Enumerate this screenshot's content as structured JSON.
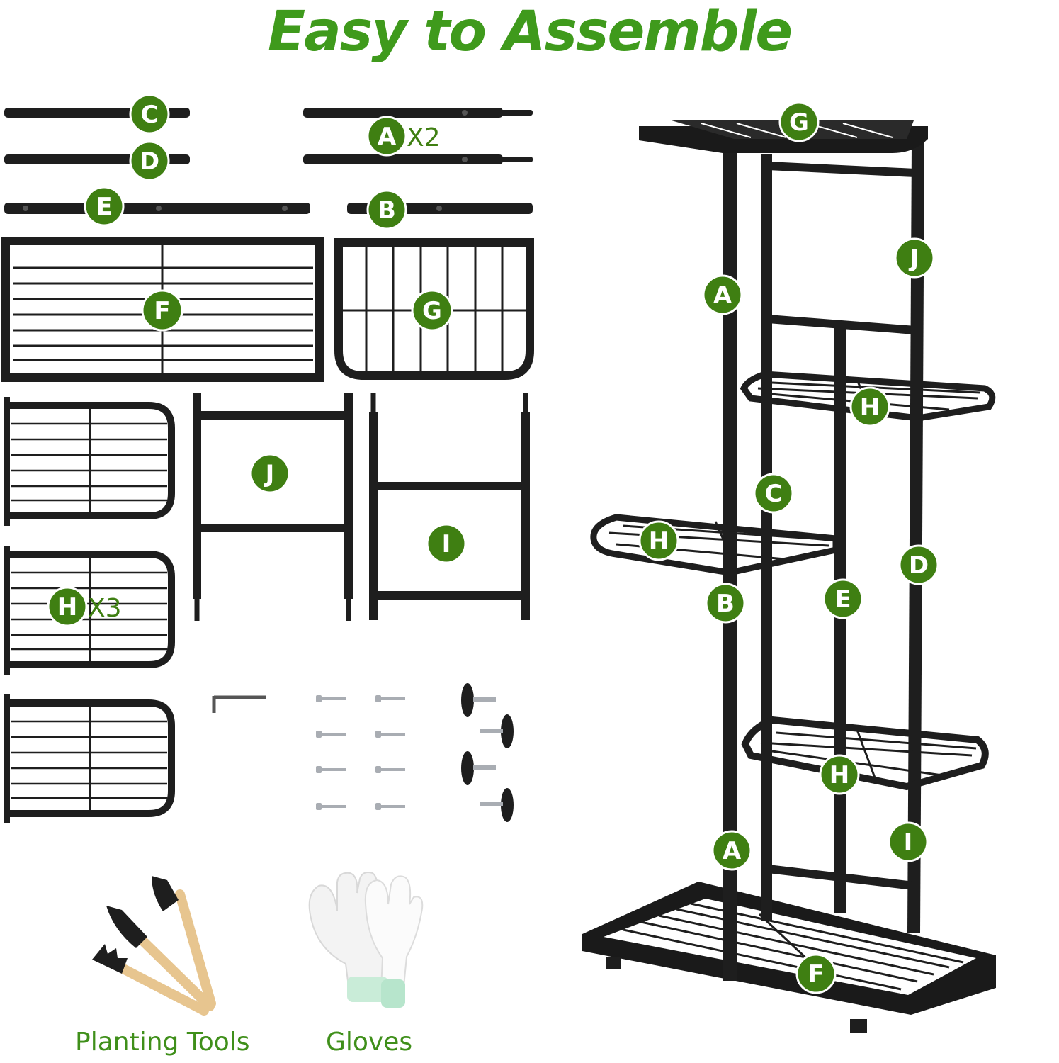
{
  "headline": "Easy to Assemble",
  "colors": {
    "badge_fill": "#3f7f12",
    "badge_ring": "#ffffff",
    "badge_text": "#ffffff",
    "headline": "#3f9a1c",
    "caption": "#3f8f1a",
    "metal": "#1e1e1e"
  },
  "parts": {
    "C": "C",
    "D": "D",
    "E": "E",
    "A": "A",
    "A_qty": "X2",
    "B": "B",
    "F": "F",
    "G": "G",
    "H": "H",
    "H_qty": "X3",
    "J": "J",
    "I": "I"
  },
  "stand_labels": {
    "G": "G",
    "J": "J",
    "A_upper": "A",
    "H_upper": "H",
    "C": "C",
    "H_middle": "H",
    "B": "B",
    "E": "E",
    "D": "D",
    "H_lower": "H",
    "A_lower": "A",
    "I": "I",
    "F": "F"
  },
  "extras": {
    "tools": "Planting Tools",
    "gloves": "Gloves"
  }
}
